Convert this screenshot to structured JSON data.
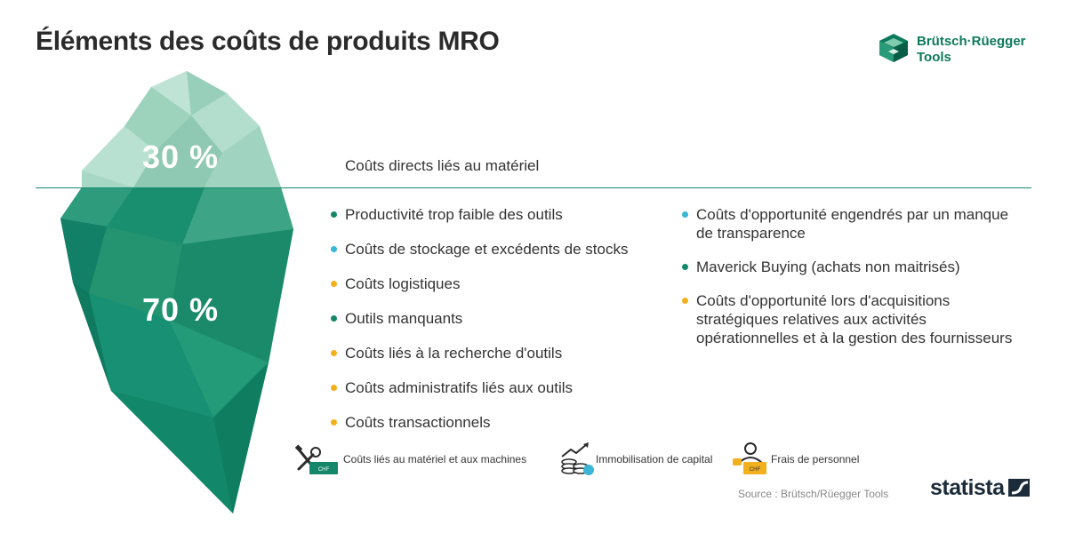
{
  "title": "Éléments des coûts de produits MRO",
  "brand": {
    "name": "Brütsch·Rüegger",
    "sub": "Tools",
    "icon": "brand-cube-logo",
    "color": "#0e7a5c"
  },
  "iceberg": {
    "above_share": "30 %",
    "below_share": "70 %",
    "above_value": 30,
    "below_value": 70,
    "colors": {
      "light": "#a7d8c5",
      "dark": "#15896a"
    }
  },
  "direct_costs_label": "Coûts directs liés au matériel",
  "colors": {
    "green": "#14876a",
    "blue": "#3bb6d6",
    "orange": "#f2b01e"
  },
  "hidden_costs_left": [
    {
      "label": "Productivité trop faible des outils",
      "category": "green"
    },
    {
      "label": "Coûts de stockage et excédents de stocks",
      "category": "blue"
    },
    {
      "label": "Coûts logistiques",
      "category": "orange"
    },
    {
      "label": "Outils manquants",
      "category": "green"
    },
    {
      "label": "Coûts liés à la recherche d'outils",
      "category": "orange"
    },
    {
      "label": "Coûts administratifs liés aux outils",
      "category": "orange"
    },
    {
      "label": "Coûts transactionnels",
      "category": "orange"
    }
  ],
  "hidden_costs_right": [
    {
      "label": "Coûts d'opportunité engendrés par un manque de transparence",
      "category": "blue"
    },
    {
      "label": "Maverick Buying (achats non maitrisés)",
      "category": "green"
    },
    {
      "label": "Coûts d'opportunité lors d'acquisitions stratégiques relatives aux activités opérationnelles et à la gestion des fournisseurs",
      "category": "orange"
    }
  ],
  "legend": [
    {
      "label": "Coûts liés au matériel et aux machines",
      "icon": "tools-chf-icon",
      "category": "green",
      "badge": "CHF"
    },
    {
      "label": "Immobilisation de capital",
      "icon": "coins-growth-icon",
      "category": "blue"
    },
    {
      "label": "Frais de personnel",
      "icon": "person-chf-icon",
      "category": "orange",
      "badge": "CHF"
    }
  ],
  "source": "Source : Brütsch/Rüegger Tools",
  "statista": {
    "label": "statista",
    "icon": "statista-logo-icon"
  }
}
